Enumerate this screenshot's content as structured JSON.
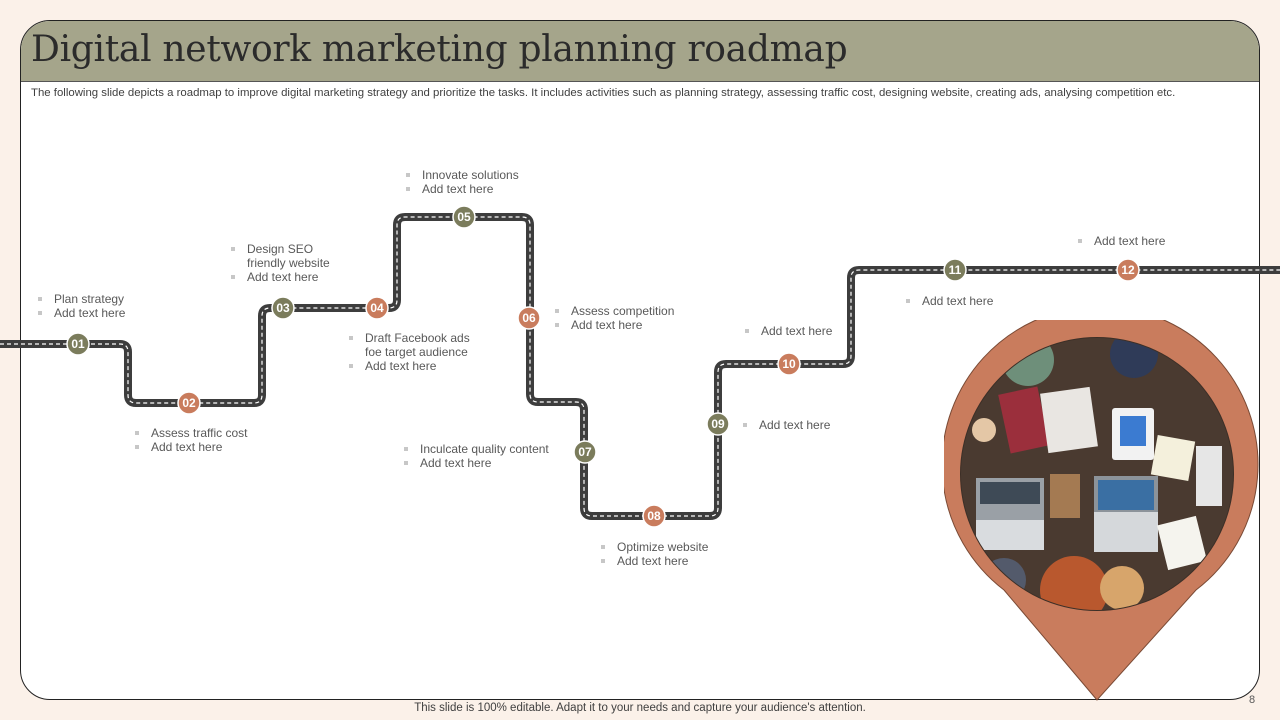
{
  "title": "Digital network marketing planning roadmap",
  "subtitle": "The following slide depicts a roadmap to improve digital marketing strategy and prioritize the tasks. It includes activities such as planning strategy, assessing traffic cost, designing website, creating ads, analysing competition etc.",
  "footer": "This slide is 100% editable. Adapt it to your needs and capture your audience's attention.",
  "page_number": "8",
  "colors": {
    "olive": "#7b7c5c",
    "terracotta": "#c97c5d",
    "title_bar": "#a5a58b",
    "road": "#3d3d3d"
  },
  "milestones": [
    {
      "num": "01",
      "lines": [
        "Plan strategy",
        "Add text here"
      ]
    },
    {
      "num": "02",
      "lines": [
        "Assess traffic cost",
        "Add text here"
      ]
    },
    {
      "num": "03",
      "lines": [
        "Design SEO",
        "friendly website",
        "Add text here"
      ]
    },
    {
      "num": "04",
      "lines": [
        "Draft Facebook ads",
        "foe target audience",
        "Add text here"
      ]
    },
    {
      "num": "05",
      "lines": [
        "Innovate solutions",
        "Add text here"
      ]
    },
    {
      "num": "06",
      "lines": [
        "Assess competition",
        "Add text here"
      ]
    },
    {
      "num": "07",
      "lines": [
        "Inculcate quality content",
        "Add text here"
      ]
    },
    {
      "num": "08",
      "lines": [
        "Optimize website",
        "Add text here"
      ]
    },
    {
      "num": "09",
      "lines": [
        "Add text here"
      ]
    },
    {
      "num": "10",
      "lines": [
        "Add text here"
      ]
    },
    {
      "num": "11",
      "lines": [
        "Add text here"
      ]
    },
    {
      "num": "12",
      "lines": [
        "Add text here"
      ]
    }
  ],
  "image": {
    "icon": "team-meeting-photo"
  }
}
